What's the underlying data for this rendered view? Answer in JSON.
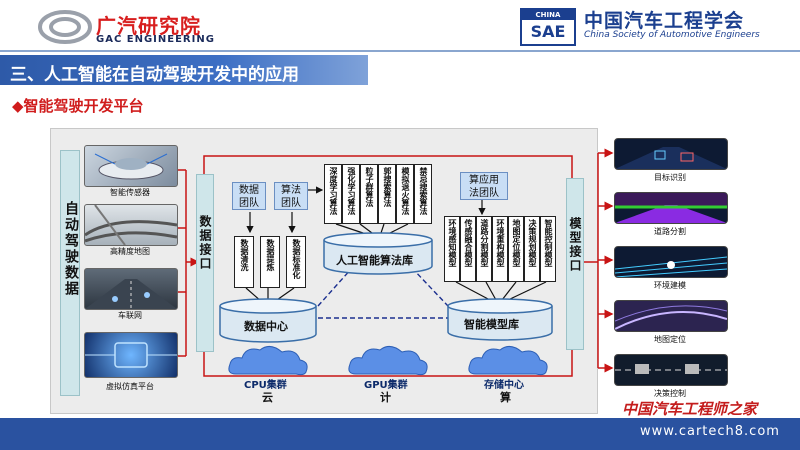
{
  "header": {
    "gac_logo_cn": "广汽研究院",
    "gac_logo_en": "GAC ENGINEERING",
    "sae_badge_top": "CHINA",
    "sae_badge_main": "SAE",
    "sae_name_cn": "中国汽车工程学会",
    "sae_name_en": "China Society of Automotive Engineers"
  },
  "slide": {
    "title": "三、人工智能在自动驾驶开发中的应用",
    "subtitle": "◆智能驾驶开发平台"
  },
  "diagram": {
    "left_label": "自动驾驶数据",
    "sources": [
      {
        "label": "智能传感器"
      },
      {
        "label": "高精度地图"
      },
      {
        "label": "车联网"
      },
      {
        "label": "虚拟仿真平台"
      }
    ],
    "data_interface": "数据接口",
    "model_interface": "模型接口",
    "data_team": "数据团队",
    "algo_team": "算法团队",
    "app_algo_team": "算应用法团队",
    "data_processing": [
      "数据清洗",
      "数据提炼",
      "数据标准化"
    ],
    "algorithms": [
      "深度学习算法",
      "强化学习算法",
      "粒子群算法",
      "郭搜索算法",
      "模拟退火算法",
      "禁忌搜索算法"
    ],
    "models": [
      "环境感知模型",
      "传感融合模型",
      "道路分割模型",
      "环境重构模型",
      "地图定位模型",
      "决策规划模型",
      "智能控制模型"
    ],
    "data_center": "数据中心",
    "ai_algo_lib": "人工智能算法库",
    "model_lib": "智能模型库",
    "clouds": [
      {
        "label": "CPU集群",
        "sub": "云"
      },
      {
        "label": "GPU集群",
        "sub": "计"
      },
      {
        "label": "存储中心",
        "sub": "算"
      }
    ],
    "outputs": [
      {
        "label": "目标识别"
      },
      {
        "label": "道路分割"
      },
      {
        "label": "环境建模"
      },
      {
        "label": "地图定位"
      },
      {
        "label": "决策控制"
      }
    ]
  },
  "footer": {
    "watermark_cn": "中国汽车工程师之家",
    "watermark_url": "www.cartech8.com"
  },
  "colors": {
    "accent_red": "#d81e1e",
    "brand_blue": "#1b3f8f",
    "title_bar": "#2e5aa8",
    "label_teal": "#cfe6ea",
    "team_blue": "#c9def5",
    "cloud_blue": "#3f7fe0"
  }
}
